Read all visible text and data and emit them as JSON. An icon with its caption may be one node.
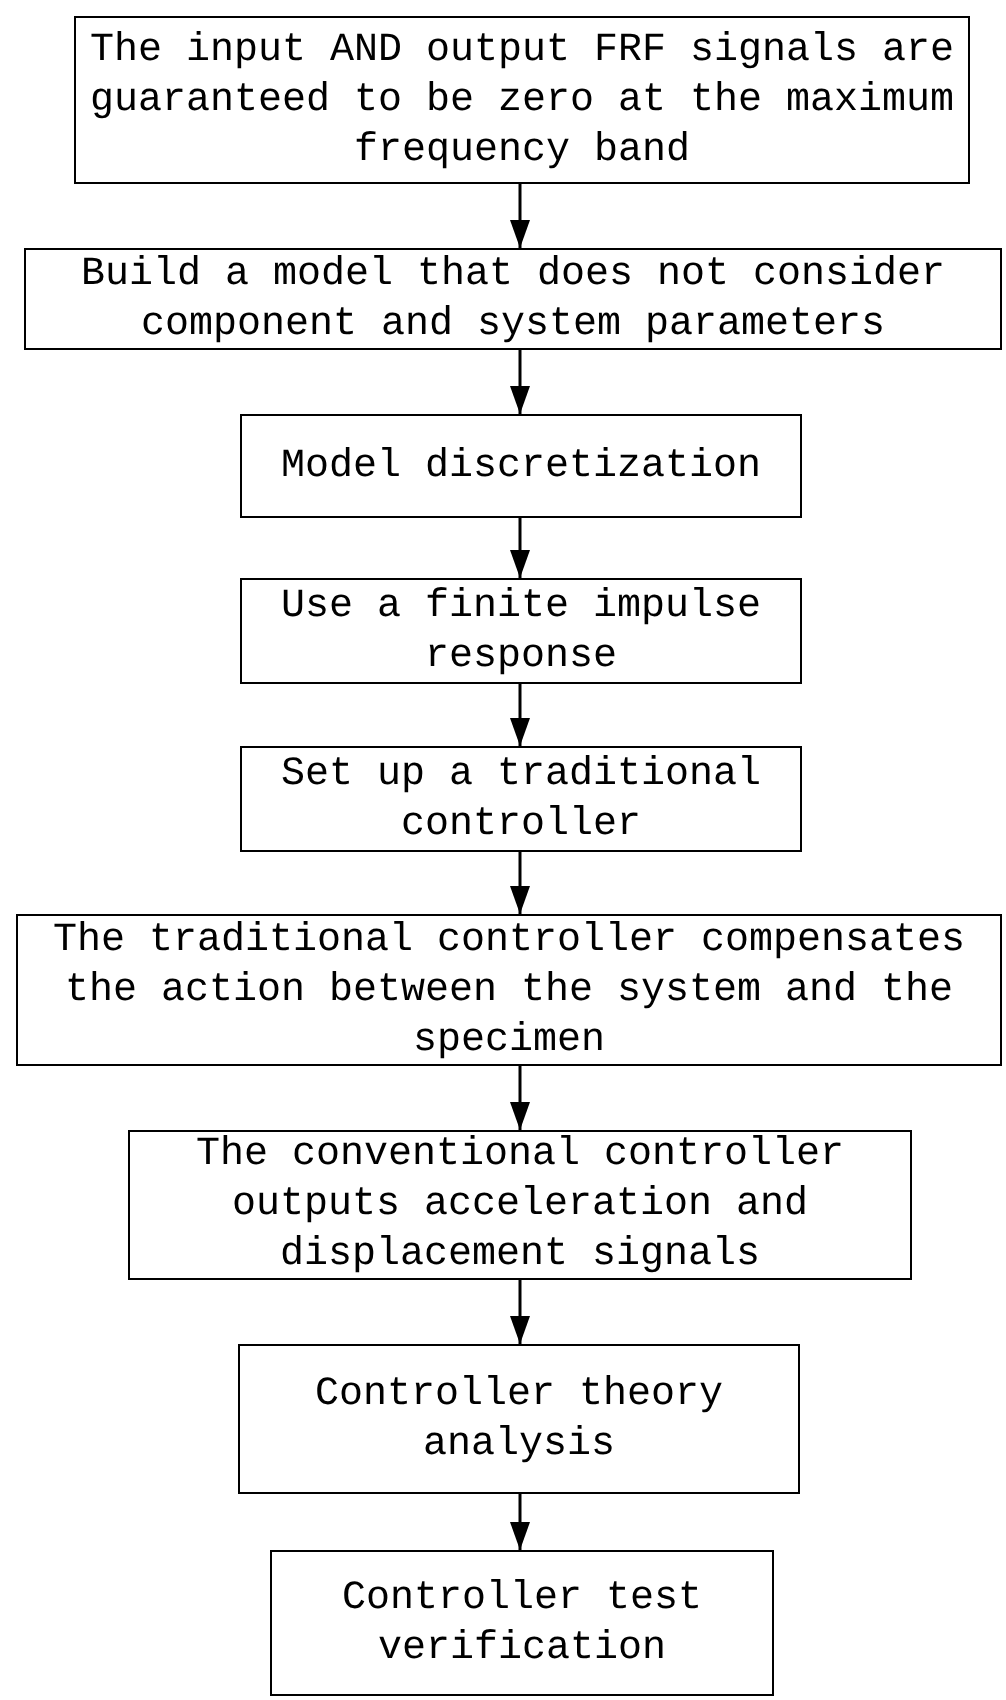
{
  "diagram": {
    "nodes": [
      {
        "text": [
          "The input AND output FRF signals are guaranteed to be zero at the maximum frequency band"
        ]
      },
      {
        "text": [
          "Build a model that does not consider component and system parameters"
        ]
      },
      {
        "text": [
          "Model discretization"
        ]
      },
      {
        "text": [
          "Use a finite impulse response"
        ]
      },
      {
        "text": [
          "Set up a traditional controller"
        ]
      },
      {
        "text": [
          "The traditional controller compensates the action between the system and the specimen"
        ]
      },
      {
        "text": [
          "The conventional controller outputs acceleration and displacement signals"
        ]
      },
      {
        "text": [
          "Controller theory analysis"
        ]
      },
      {
        "text": [
          "Controller test verification"
        ]
      }
    ],
    "edges": [
      {
        "from": 0,
        "to": 1,
        "arrow": "to"
      },
      {
        "from": 1,
        "to": 2,
        "arrow": "to"
      },
      {
        "from": 2,
        "to": 3,
        "arrow": "to"
      },
      {
        "from": 3,
        "to": 4,
        "arrow": "to"
      },
      {
        "from": 4,
        "to": 5,
        "arrow": "to"
      },
      {
        "from": 5,
        "to": 6,
        "arrow": "to"
      },
      {
        "from": 6,
        "to": 7,
        "arrow": "to"
      },
      {
        "from": 7,
        "to": 8,
        "arrow": "to"
      }
    ]
  }
}
